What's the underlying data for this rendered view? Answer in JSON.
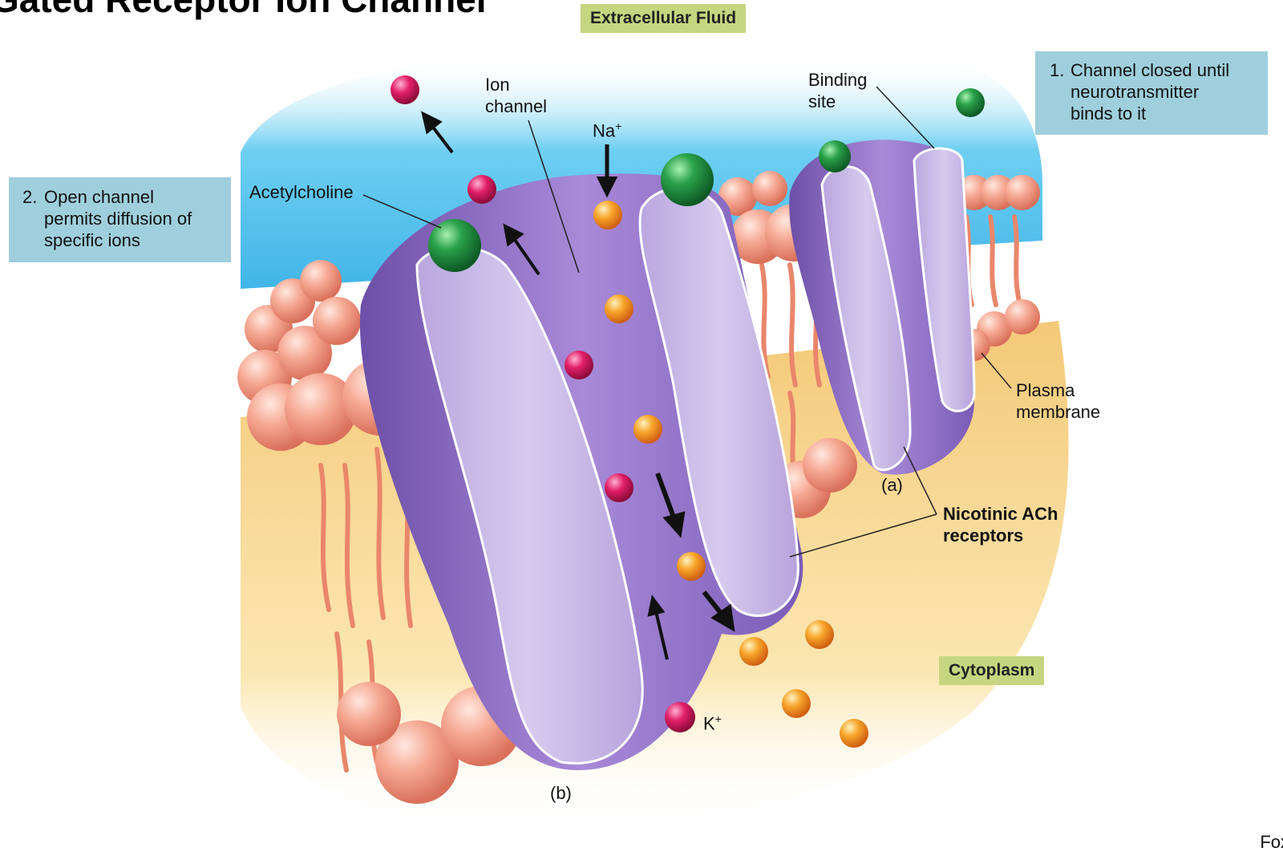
{
  "title": "Gated Receptor Ion Channel",
  "regions": {
    "extracellular": "Extracellular Fluid",
    "cytoplasm": "Cytoplasm"
  },
  "steps": [
    {
      "number": "1.",
      "text_lines": [
        "Channel closed until",
        "neurotransmitter",
        "binds to it"
      ]
    },
    {
      "number": "2.",
      "text_lines": [
        "Open channel",
        "permits diffusion of",
        "specific ions"
      ]
    }
  ],
  "labels": {
    "ion_channel": [
      "Ion",
      "channel"
    ],
    "binding_site": [
      "Binding",
      "site"
    ],
    "acetylcholine": "Acetylcholine",
    "sodium_ion": "Na",
    "potassium_ion": "K",
    "ion_charge": "+",
    "plasma_membrane": [
      "Plasma",
      "membrane"
    ],
    "nicotinic_receptors": [
      "Nicotinic ACh",
      "receptors"
    ],
    "receptor_a": "(a)",
    "receptor_b": "(b)"
  },
  "credit": "Fox",
  "colors": {
    "extracellular": "#5fc6ee",
    "cytoplasm": "#f7dc90",
    "protein": "#9b7fcf",
    "protein_cut": "#c8b8e6",
    "phospholipid_head": "#f3a08a",
    "acetylcholine": "#1f8f3a",
    "sodium": "#f39a1e",
    "potassium": "#d81b5c",
    "tag": "#c6d680",
    "step_box": "#9fcfdc"
  }
}
